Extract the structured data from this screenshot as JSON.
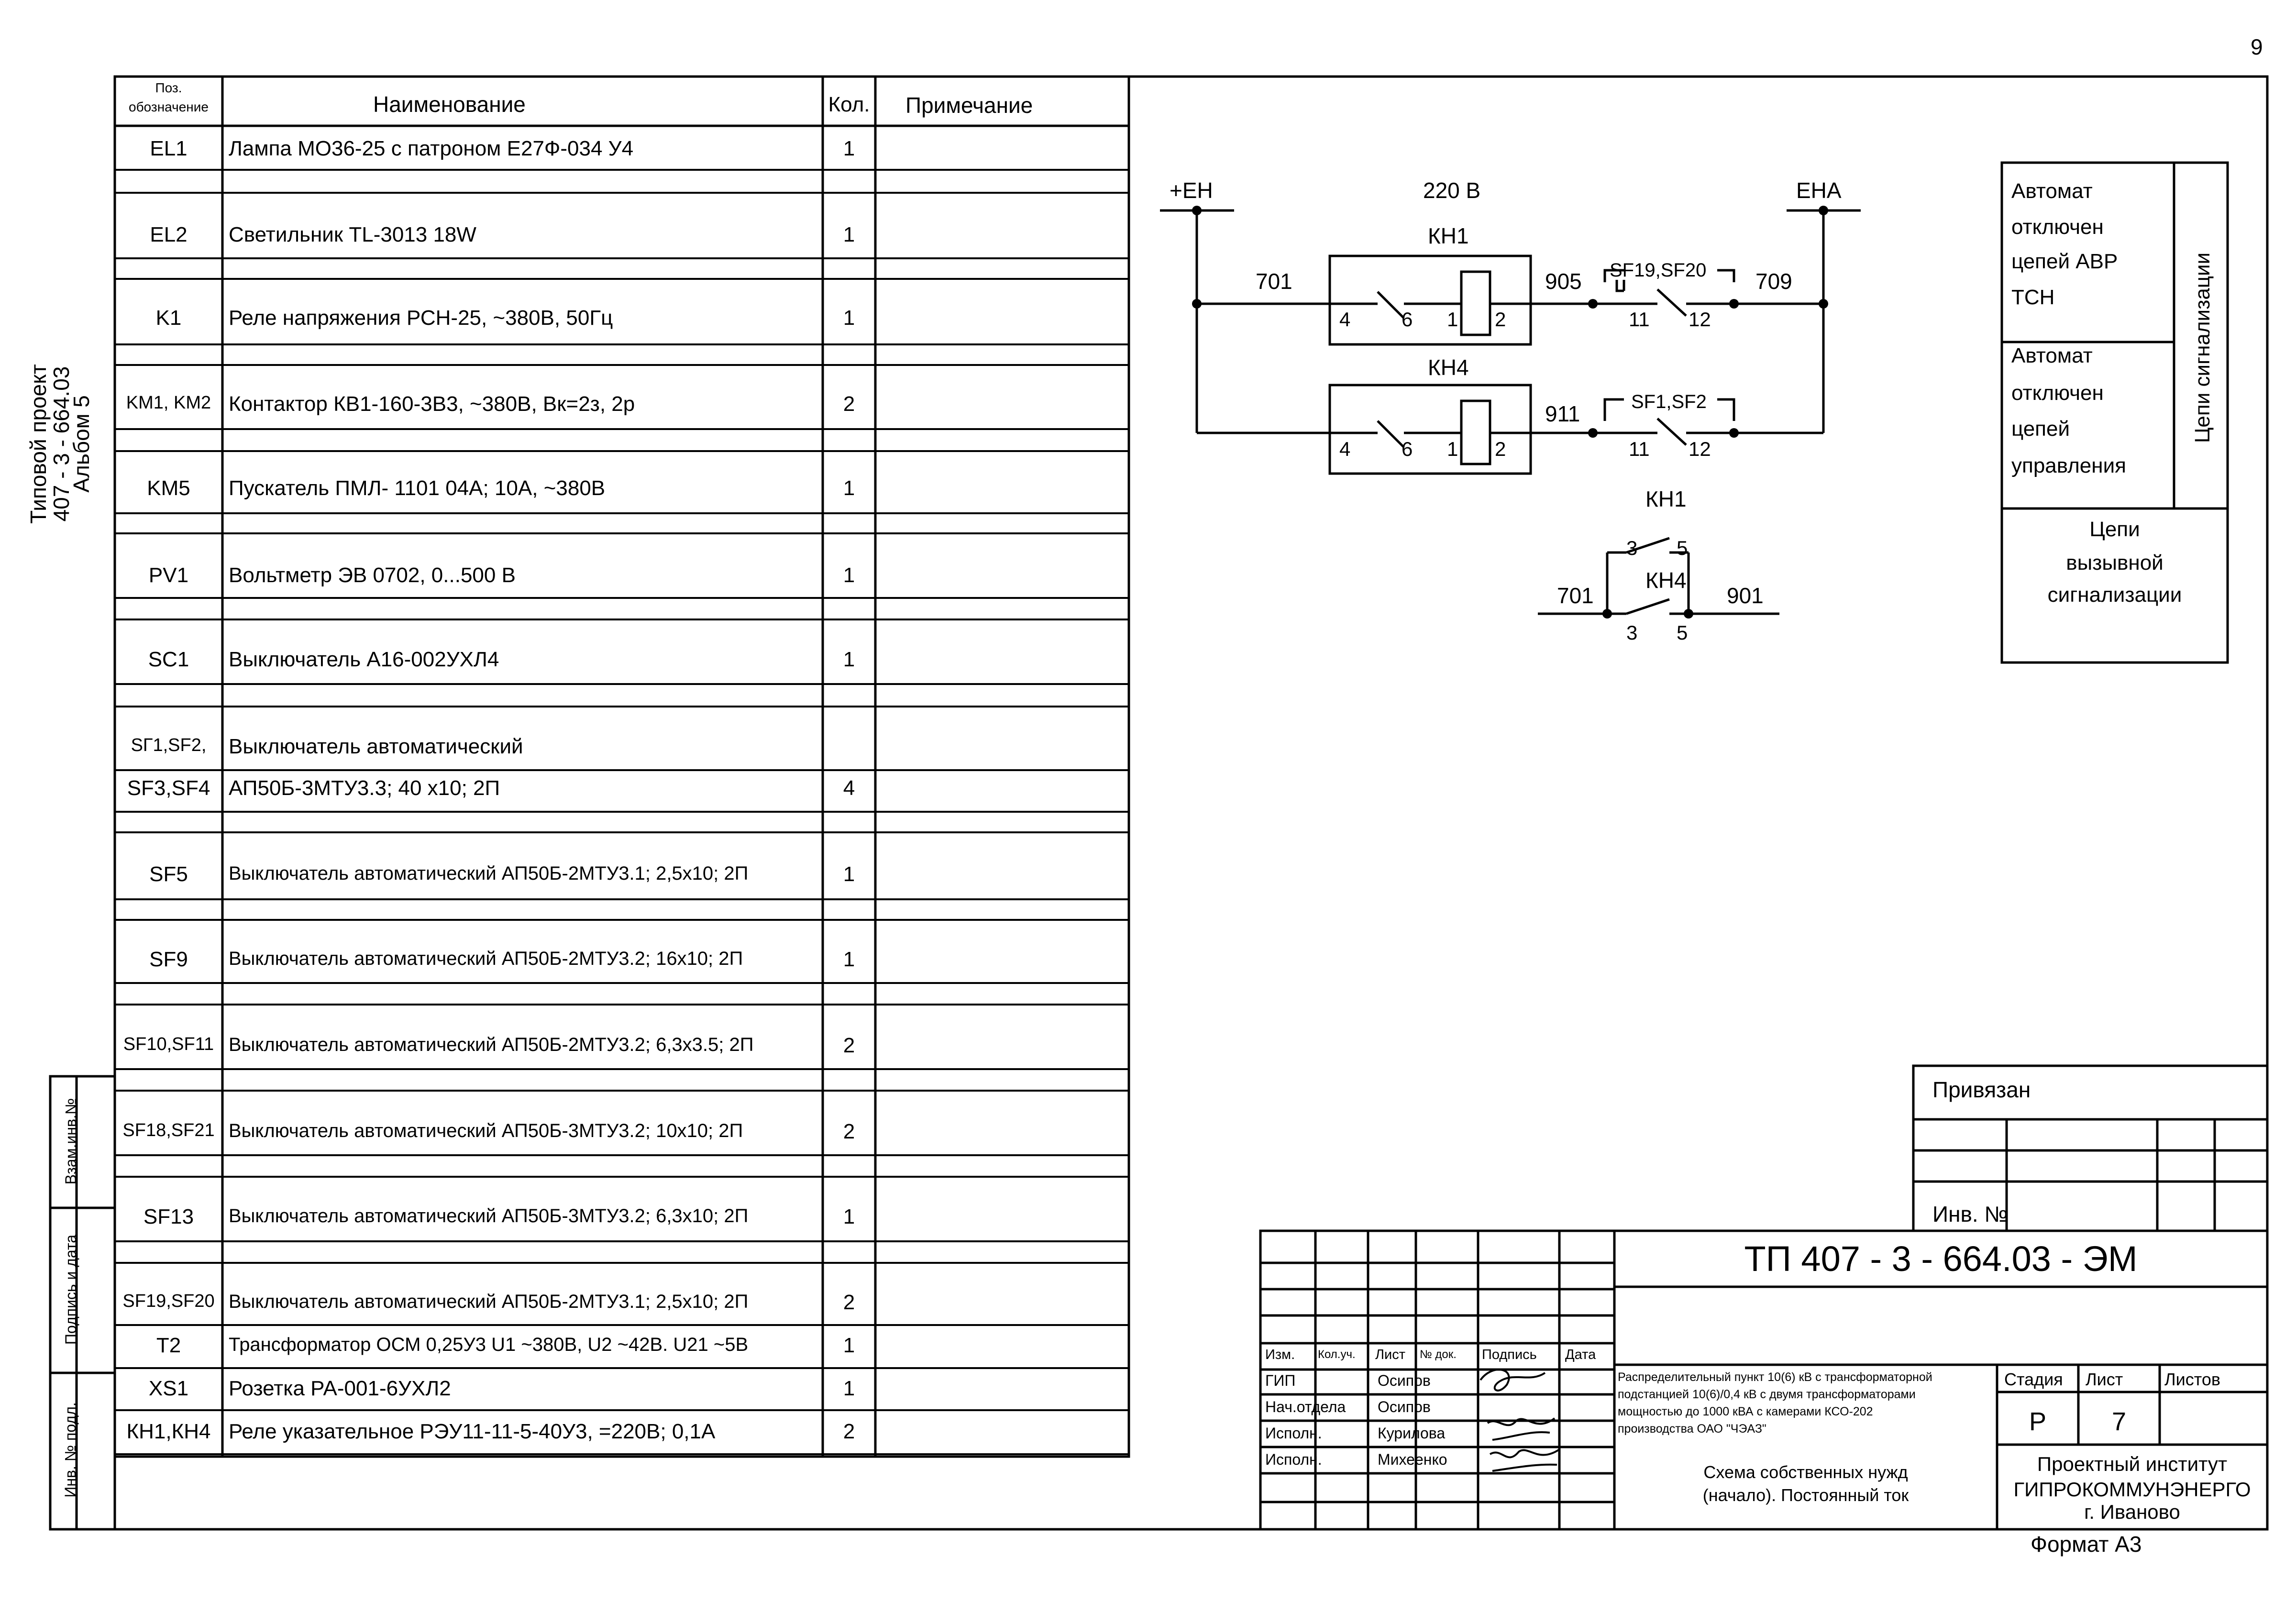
{
  "page_number": "9",
  "side_title": [
    "Типовой проект",
    "407 - 3 - 664.03",
    "Альбом 5"
  ],
  "left_stamp": [
    "Взам.инв.№",
    "Подпись и дата",
    "Инв. № подл."
  ],
  "spec_table": {
    "headers": {
      "designation": [
        "Поз.",
        "обозначение"
      ],
      "name": "Наименование",
      "qty": "Кол.",
      "note": "Примечание"
    },
    "rows": [
      {
        "pos": "EL1",
        "name": "Лампа МО36-25 с патроном Е27Ф-034 У4",
        "qty": "1"
      },
      {
        "pos": "EL2",
        "name": "Светильник TL-3013 18W",
        "qty": "1"
      },
      {
        "pos": "K1",
        "name": "Реле напряжения РСН-25, ~380В, 50Гц",
        "qty": "1"
      },
      {
        "pos": "KM1, KM2",
        "name": "Контактор КВ1-160-3В3, ~380В, Вк=2з, 2р",
        "qty": "2"
      },
      {
        "pos": "KM5",
        "name": "Пускатель  ПМЛ- 1101 04А; 10А, ~380В",
        "qty": "1"
      },
      {
        "pos": "PV1",
        "name": "Вольтметр ЭВ 0702, 0...500 В",
        "qty": "1"
      },
      {
        "pos": "SC1",
        "name": "Выключатель А16-002УХЛ4",
        "qty": "1"
      },
      {
        "pos": "SГ1,SF2,",
        "name": "Выключатель автоматический",
        "qty": ""
      },
      {
        "pos": "SF3,SF4",
        "name": "АП50Б-3МТУ3.3; 40 х10; 2П",
        "qty": "4"
      },
      {
        "pos": "SF5",
        "name": "Выключатель автоматический АП50Б-2МТУ3.1; 2,5х10; 2П",
        "qty": "1"
      },
      {
        "pos": "SF9",
        "name": "Выключатель автоматический АП50Б-2МТУ3.2; 16х10; 2П",
        "qty": "1"
      },
      {
        "pos": "SF10,SF11",
        "name": "Выключатель автоматический  АП50Б-2МТУ3.2; 6,3х3.5; 2П",
        "qty": "2"
      },
      {
        "pos": "SF18,SF21",
        "name": "Выключатель автоматический АП50Б-3МТУ3.2; 10х10; 2П",
        "qty": "2"
      },
      {
        "pos": "SF13",
        "name": "Выключатель автоматический АП50Б-3МТУ3.2; 6,3х10; 2П",
        "qty": "1"
      },
      {
        "pos": "SF19,SF20",
        "name": "Выключатель автоматический  АП50Б-2МТУ3.1; 2,5х10; 2П",
        "qty": "2"
      },
      {
        "pos": "T2",
        "name": "Трансформатор ОСМ 0,25У3 U1 ~380В, U2 ~42В. U21 ~5В",
        "qty": "1"
      },
      {
        "pos": "XS1",
        "name": "Розетка РА-001-6УХЛ2",
        "qty": "1"
      },
      {
        "pos": "КН1,КН4",
        "name": "Реле указательное РЭУ11-11-5-40У3, =220В; 0,1А",
        "qty": "2"
      }
    ]
  },
  "schematic": {
    "bus_plus": "+ЕН",
    "voltage": "220 В",
    "bus_minus": "ЕНА",
    "relay1": "КН1",
    "relay4": "КН4",
    "wire701": "701",
    "wire905": "905",
    "wire709": "709",
    "wire911": "911",
    "wire901": "901",
    "breakers1": "SF19,SF20",
    "breakers2": "SF1,SF2",
    "pin4": "4",
    "pin6": "6",
    "pin1": "1",
    "pin2": "2",
    "pin11": "11",
    "pin12": "12",
    "pin3": "3",
    "pin5": "5"
  },
  "legend_box": {
    "item1": [
      "Автомат",
      "отключен",
      "цепей АВР",
      "ТСН"
    ],
    "item2": [
      "Автомат",
      "отключен",
      "цепей",
      "управления"
    ],
    "side": "Цепи сигнализации",
    "bottom": [
      "Цепи",
      "вызывной",
      "сигнализации"
    ]
  },
  "title_block": {
    "privyazan": "Привязан",
    "inv_no": "Инв. №",
    "doc_code": "ТП  407 - 3 - 664.03 - ЭМ",
    "headers": [
      "Изм.",
      "Кол.уч.",
      "Лист",
      "№ док.",
      "Подпись",
      "Дата"
    ],
    "roles": [
      "ГИП",
      "Нач.отдела",
      "Исполн.",
      "Исполн."
    ],
    "names": [
      "Осипов",
      "Осипов",
      "Курилова",
      "Михеенко"
    ],
    "project_desc": [
      "Распределительный пункт 10(6) кВ с трансформаторной",
      "подстанцией 10(6)/0,4 кВ с двумя трансформаторами",
      "мощностью до 1000 кВА с камерами КСО-202",
      "производства ОАО \"ЧЭАЗ\""
    ],
    "stage_label": "Стадия",
    "sheet_label": "Лист",
    "sheets_label": "Листов",
    "stage": "Р",
    "sheet": "7",
    "sheet_title": [
      "Схема собственных нужд",
      "(начало). Постоянный ток"
    ],
    "institute": [
      "Проектный институт",
      "ГИПРОКОММУНЭНЕРГО",
      "г. Иваново"
    ],
    "format": "Формат А3"
  }
}
